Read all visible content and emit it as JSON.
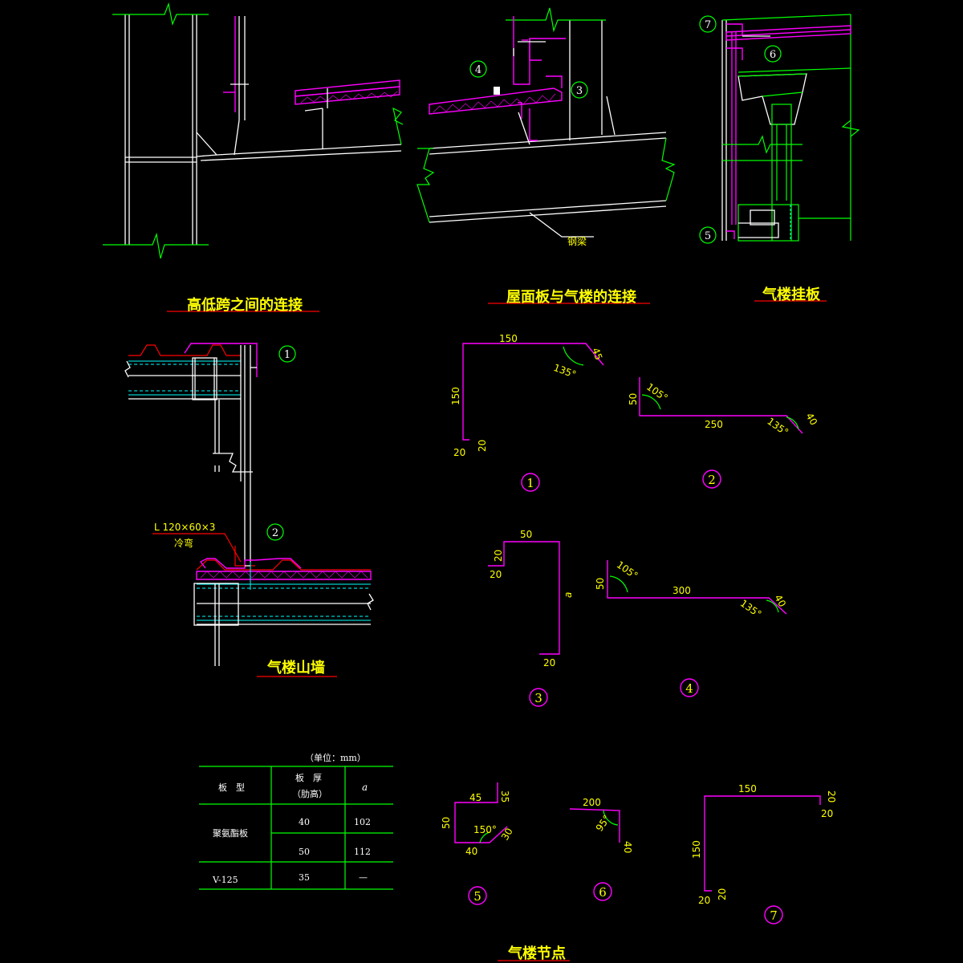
{
  "titles": {
    "high_low_span": "高低跨之间的连接",
    "roof_to_monitor": "屋面板与气楼的连接",
    "monitor_hanging": "气楼挂板",
    "monitor_gable": "气楼山墙",
    "monitor_nodes": "气楼节点"
  },
  "labels": {
    "steel_beam": "钢梁",
    "angle_spec": "L 120×60×3",
    "cold_bent": "冷弯"
  },
  "markers": {
    "m1": "1",
    "m2": "2",
    "m3": "3",
    "m4": "4",
    "m5": "5",
    "m6": "6",
    "m7": "7"
  },
  "profiles": {
    "p1": {
      "top": "150",
      "tip": "45",
      "angle": "135°",
      "side": "150",
      "foot_a": "20",
      "foot_b": "20",
      "num": "1"
    },
    "p2": {
      "left": "50",
      "angle1": "105°",
      "length": "250",
      "angle2": "135°",
      "tip": "40",
      "num": "2"
    },
    "p3": {
      "top": "50",
      "lip": "20",
      "lip2": "20",
      "side": "a",
      "foot": "20",
      "num": "3"
    },
    "p4": {
      "left": "50",
      "angle1": "105°",
      "length": "300",
      "angle2": "135°",
      "tip": "40",
      "num": "4"
    },
    "p5": {
      "top": "45",
      "up": "35",
      "left": "50",
      "angle": "150°",
      "bottom": "40",
      "tip": "30",
      "num": "5"
    },
    "p6": {
      "top": "200",
      "angle": "95°",
      "drop": "40",
      "num": "6"
    },
    "p7": {
      "top": "150",
      "right": "20",
      "right2": "20",
      "side": "150",
      "foot_a": "20",
      "foot_b": "20",
      "num": "7"
    }
  },
  "table": {
    "unit": "（单位：mm）",
    "headers": {
      "type": "板　型",
      "thick": "板　厚",
      "thick_sub": "（肋高）",
      "a": "a"
    },
    "group_label": "聚氨酯板",
    "rows": [
      {
        "thick": "40",
        "a": "102"
      },
      {
        "thick": "50",
        "a": "112"
      }
    ],
    "last": {
      "type": "V-125",
      "thick": "35",
      "a": "—"
    }
  }
}
